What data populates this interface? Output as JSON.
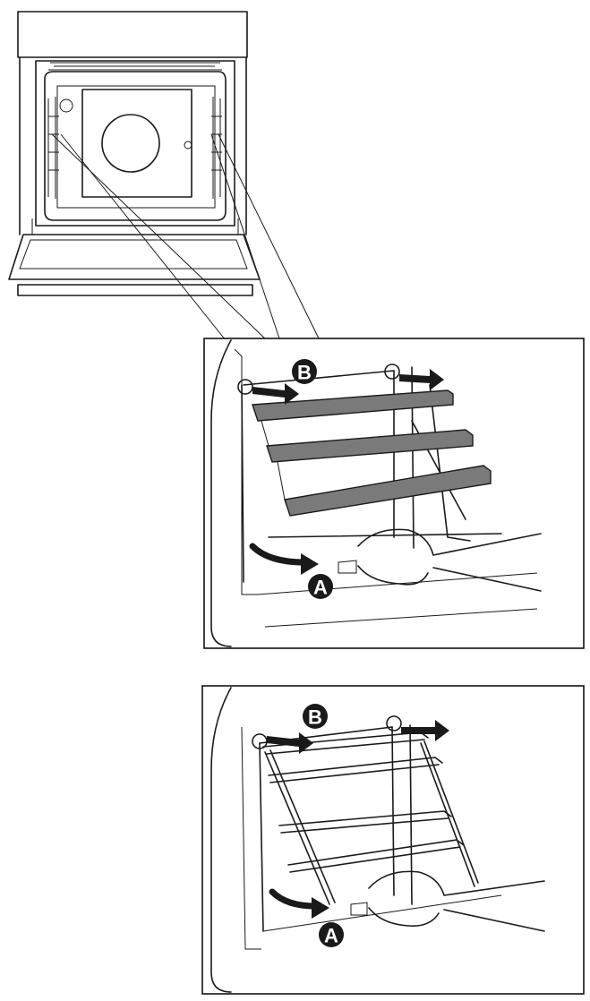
{
  "labels": {
    "b_top": "B",
    "a_top": "A",
    "b_bottom": "B",
    "a_bottom": "A"
  },
  "colors": {
    "line": "#1a1a1a",
    "rail_fill": "#7a7a7a",
    "background": "#ffffff"
  }
}
